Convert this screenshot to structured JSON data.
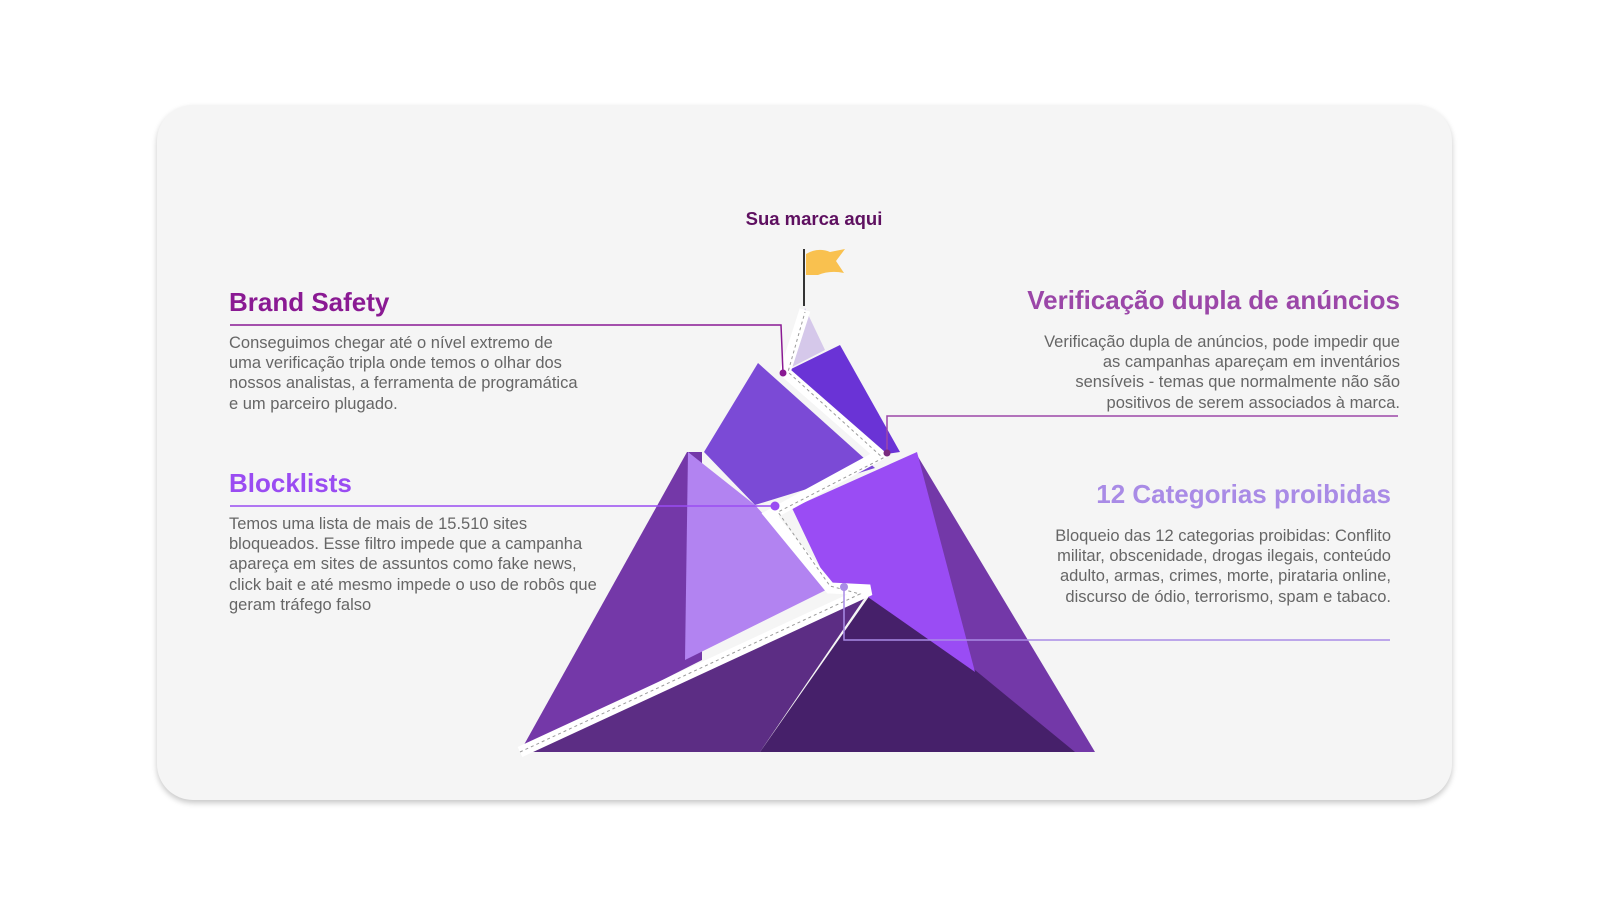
{
  "summit": {
    "label": "Sua marca aqui"
  },
  "sections": {
    "brand_safety": {
      "title": "Brand Safety",
      "text": "Conseguimos chegar até o nível extremo de uma verificação tripla onde temos o olhar dos nossos analistas, a ferramenta de programática e um parceiro plugado."
    },
    "blocklists": {
      "title": "Blocklists",
      "text": "Temos uma lista de mais de 15.510 sites bloqueados. Esse filtro impede que a campanha apareça em sites de assuntos como fake news, click bait e até mesmo impede o uso de robôs que geram tráfego falso"
    },
    "dupla": {
      "title": "Verificação dupla de anúncios",
      "text": "Verificação dupla de anúncios, pode impedir que as campanhas apareçam em inventários sensíveis - temas que normalmente não são positivos de serem associados à marca."
    },
    "categorias": {
      "title": "12 Categorias proibidas",
      "text": "Bloqueio das 12 categorias proibidas: Conflito militar, obscenidade, drogas ilegais, conteúdo adulto, armas, crimes, morte, pirataria online, discurso de ódio, terrorismo, spam e tabaco."
    }
  },
  "colors": {
    "card_bg": "#f5f5f5",
    "brand_safety": "#8a1a93",
    "blocklists": "#9a4cf2",
    "dupla": "#9b47a8",
    "categorias": "#a98be6",
    "summit_label": "#5e1060",
    "flag": "#f9c14f",
    "body_text": "#666666"
  },
  "icons": {
    "flag": "flag-icon"
  }
}
